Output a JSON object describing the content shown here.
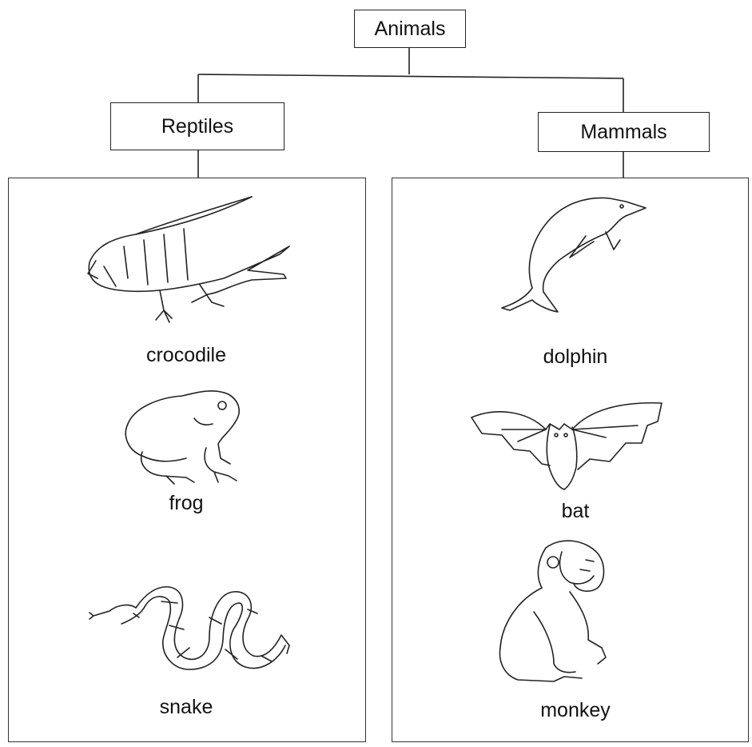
{
  "root": {
    "label": "Animals"
  },
  "groups": [
    {
      "label": "Reptiles",
      "animals": [
        {
          "name": "crocodile",
          "icon": "crocodile-icon"
        },
        {
          "name": "frog",
          "icon": "frog-icon"
        },
        {
          "name": "snake",
          "icon": "snake-icon"
        }
      ]
    },
    {
      "label": "Mammals",
      "animals": [
        {
          "name": "dolphin",
          "icon": "dolphin-icon"
        },
        {
          "name": "bat",
          "icon": "bat-icon"
        },
        {
          "name": "monkey",
          "icon": "monkey-icon"
        }
      ]
    }
  ]
}
